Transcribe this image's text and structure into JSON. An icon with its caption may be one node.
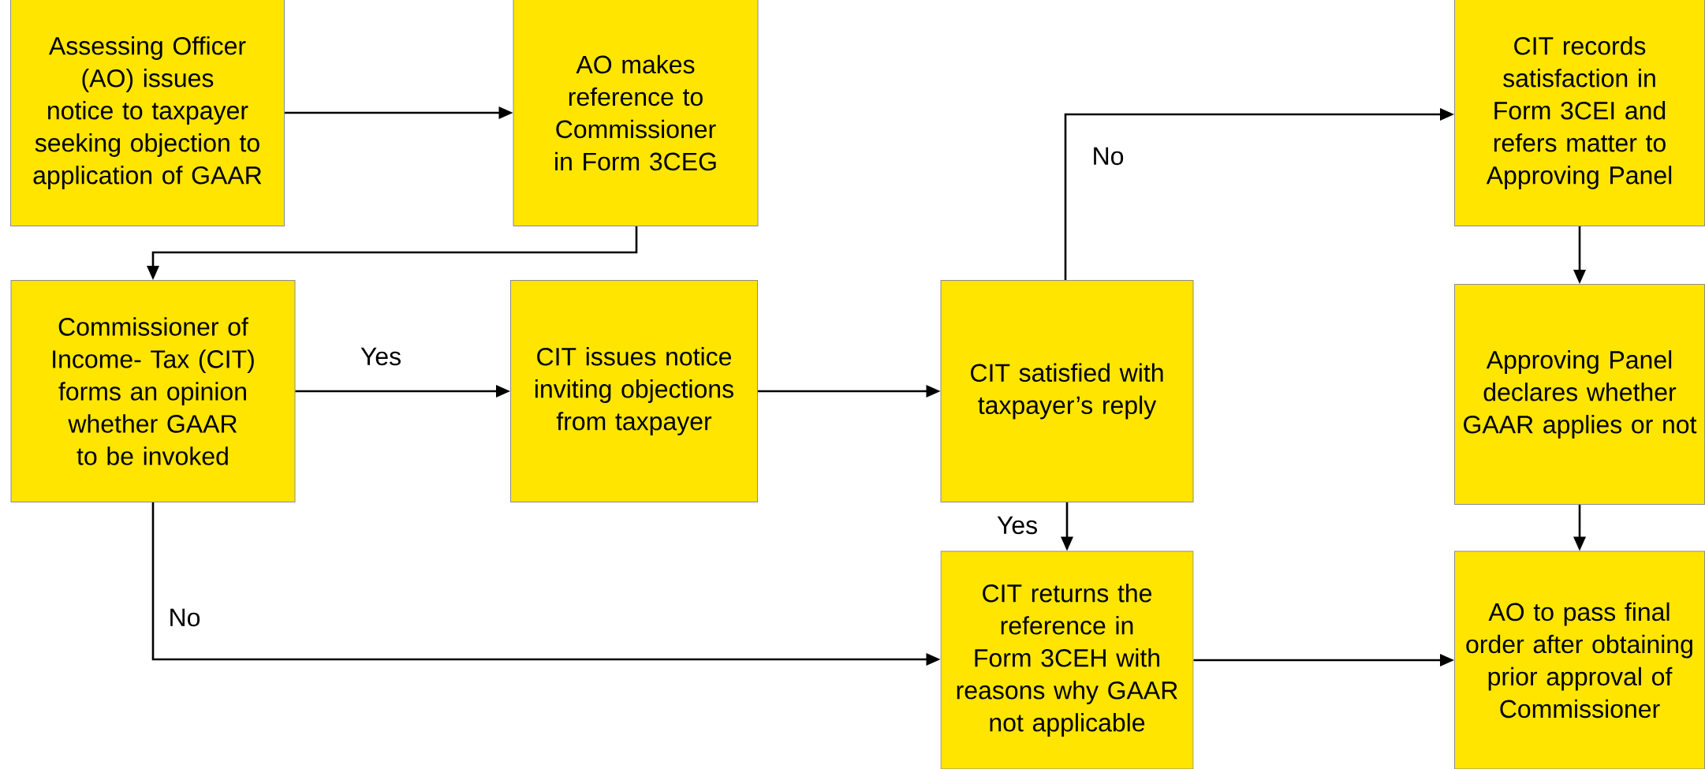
{
  "diagram": {
    "nodes": [
      {
        "text": [
          "Assessing Officer (AO) issues notice to taxpayer seeking objection to application of GAAR"
        ]
      },
      {
        "text": [
          "AO makes reference to Commissioner in Form 3CEG"
        ]
      },
      {
        "text": [
          "Commissioner of Income- Tax (CIT) forms an opinion whether GAAR to be invoked"
        ]
      },
      {
        "text": [
          "CIT issues notice inviting objections from taxpayer"
        ]
      },
      {
        "text": [
          "CIT satisfied with taxpayer’s reply"
        ]
      },
      {
        "text": [
          "CIT returns the reference in Form 3CEH with reasons why GAAR not applicable"
        ]
      },
      {
        "text": [
          "CIT records satisfaction in Form 3CEI and refers matter to Approving Panel"
        ]
      },
      {
        "text": [
          "Approving Panel declares whether GAAR applies or not"
        ]
      },
      {
        "text": [
          "AO to pass final order after obtaining prior approval of Commissioner"
        ]
      }
    ],
    "edges": [
      {
        "from": 0,
        "to": 1,
        "arrow": "to"
      },
      {
        "from": 1,
        "to": 2,
        "arrow": "to"
      },
      {
        "from": 2,
        "to": 3,
        "arrow": "to",
        "label": "Yes"
      },
      {
        "from": 3,
        "to": 4,
        "arrow": "to"
      },
      {
        "from": 4,
        "to": 6,
        "arrow": "to",
        "label": "No"
      },
      {
        "from": 4,
        "to": 5,
        "arrow": "to",
        "label": "Yes"
      },
      {
        "from": 2,
        "to": 5,
        "arrow": "to",
        "label": "No"
      },
      {
        "from": 5,
        "to": 8,
        "arrow": "to"
      },
      {
        "from": 6,
        "to": 7,
        "arrow": "to"
      },
      {
        "from": 7,
        "to": 8,
        "arrow": "to"
      }
    ]
  }
}
